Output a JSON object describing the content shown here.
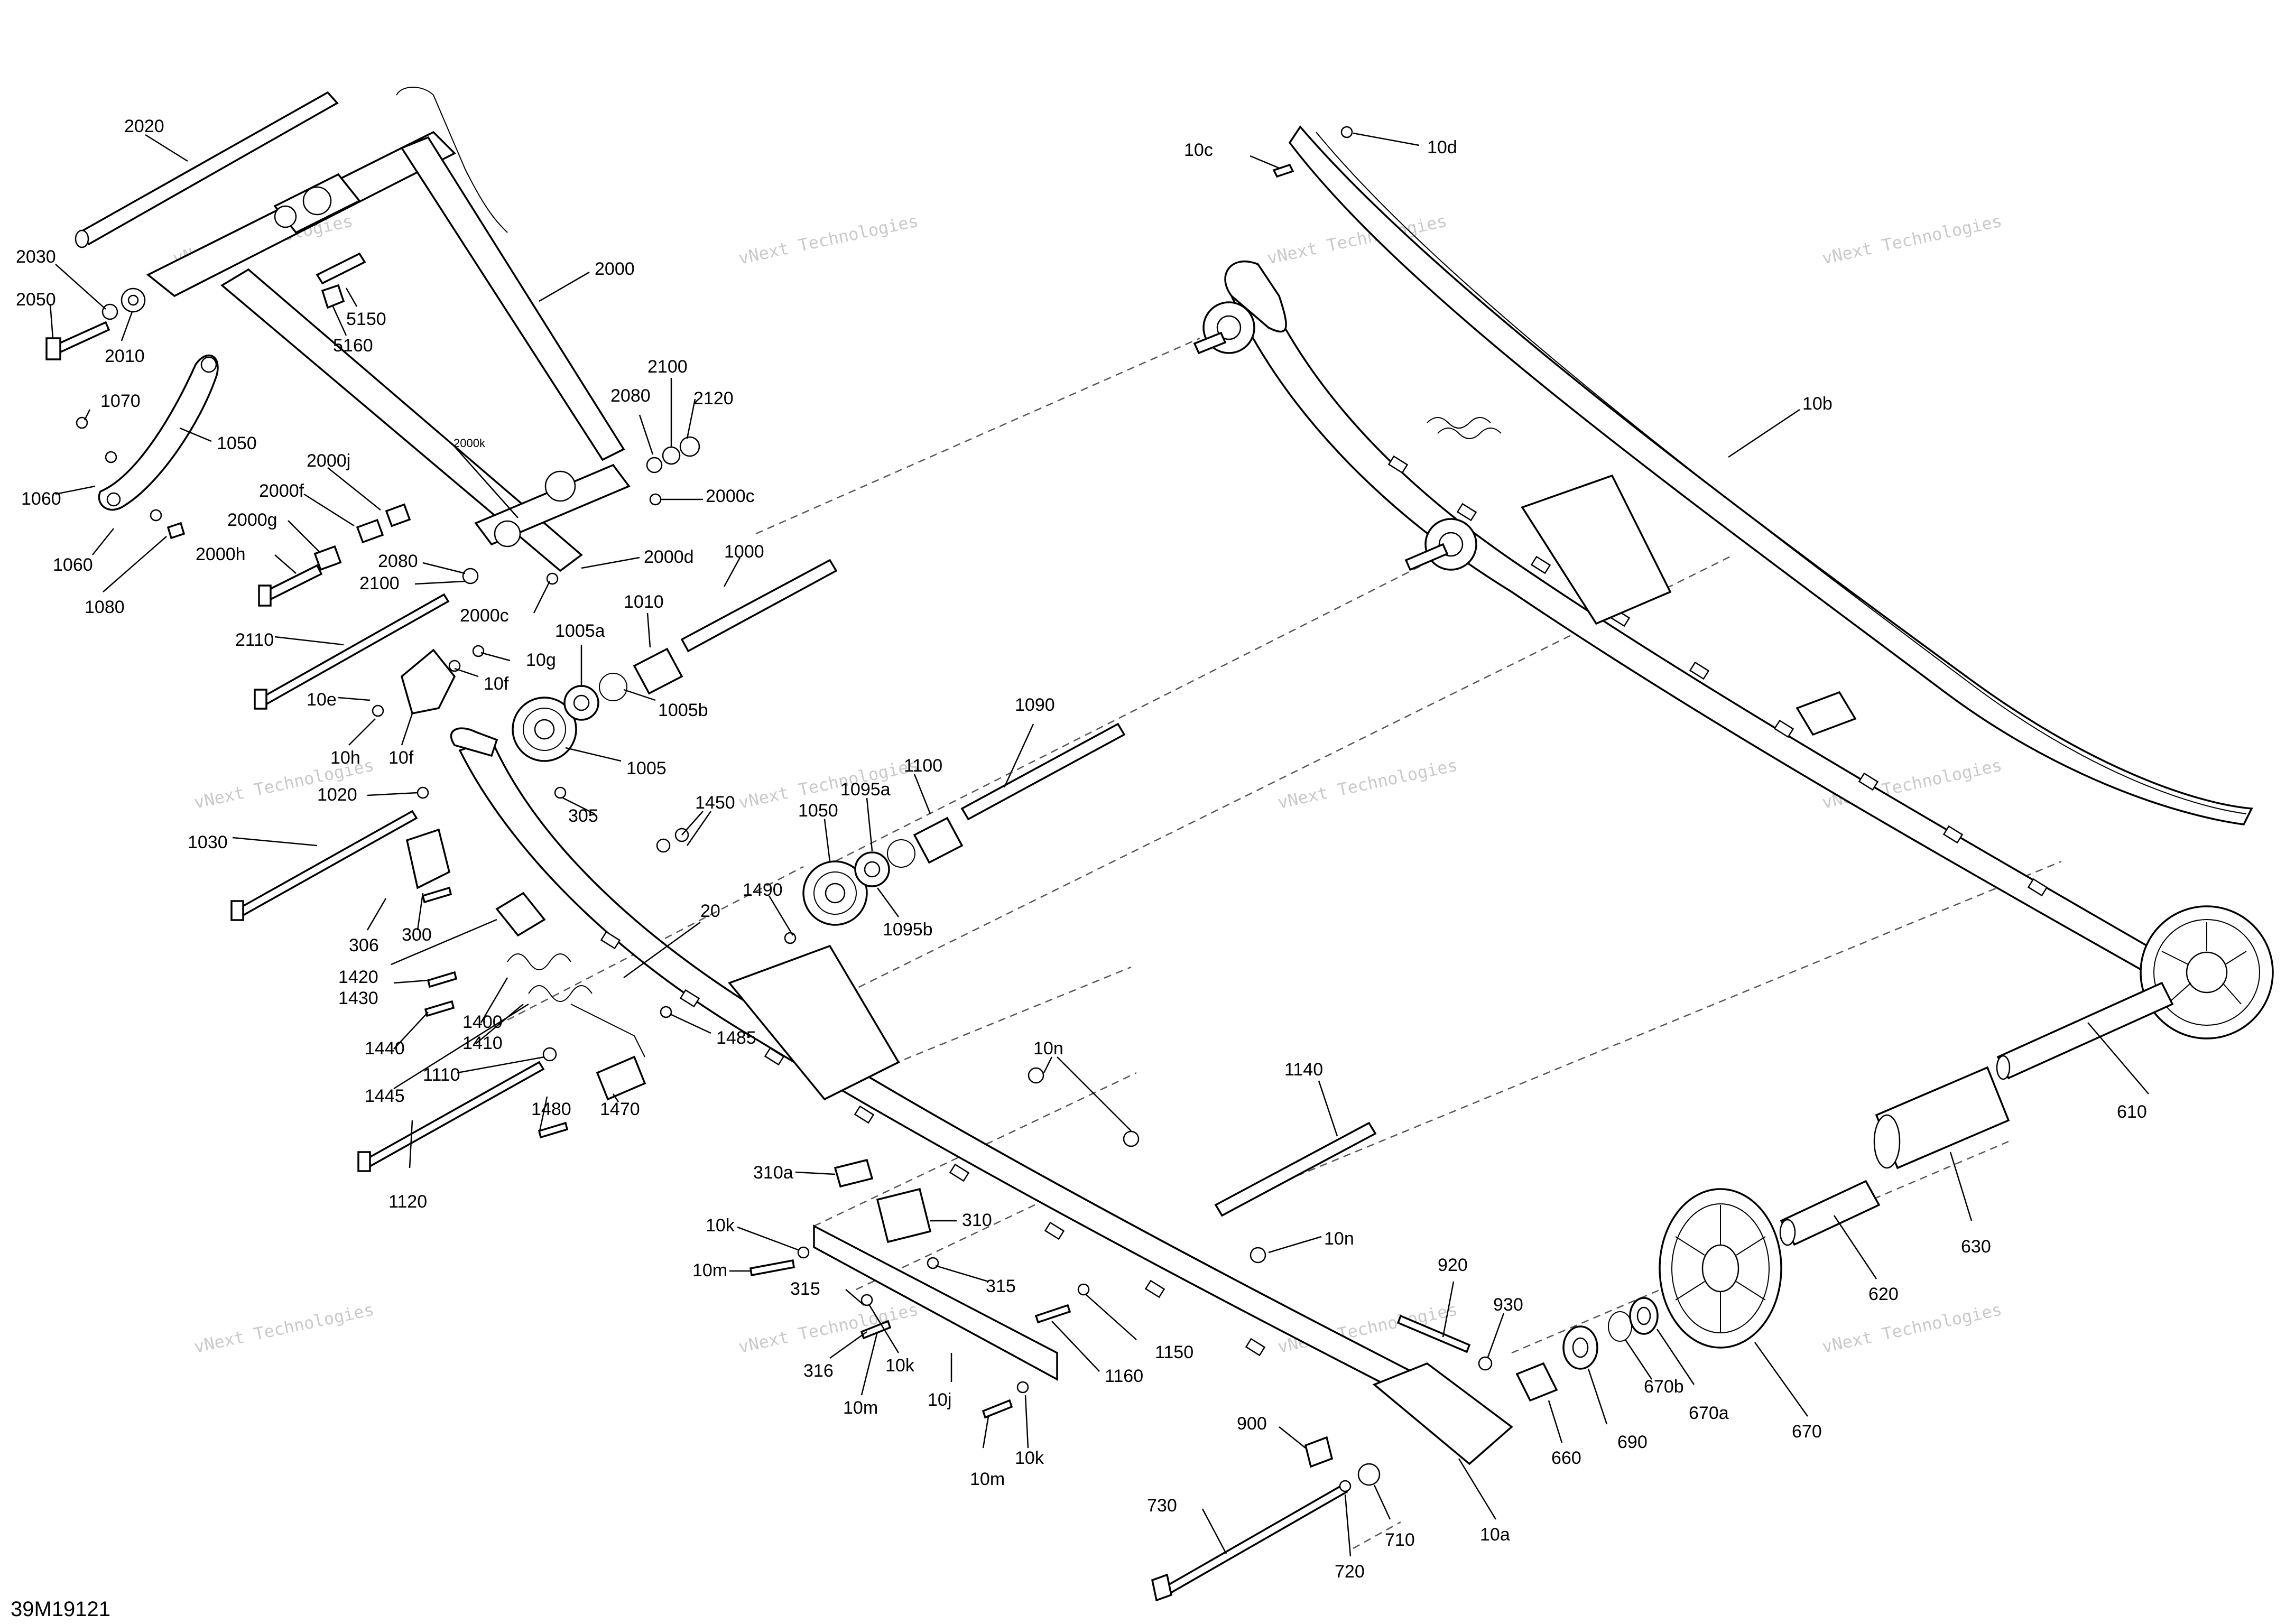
{
  "figure_id": "39M19121",
  "watermark": {
    "line1": "vNext Technologies",
    "line2": "vNext\nTechnologies"
  },
  "labels": [
    "2020",
    "2030",
    "2050",
    "2010",
    "5150",
    "5160",
    "2000",
    "1070",
    "1050",
    "1060",
    "1060",
    "1080",
    "2000j",
    "2000f",
    "2000g",
    "2000h",
    "2000k",
    "2080",
    "2100",
    "2120",
    "2000c",
    "2000d",
    "2080",
    "2100",
    "2000c",
    "1000",
    "2110",
    "10g",
    "10f",
    "10e",
    "10h",
    "10f",
    "1005a",
    "1010",
    "1005b",
    "1005",
    "1020",
    "1030",
    "305",
    "1450",
    "1095a",
    "1050",
    "1100",
    "1090",
    "306",
    "300",
    "1420",
    "1430",
    "1440",
    "1445",
    "1400",
    "1410",
    "1110",
    "1480",
    "1470",
    "1120",
    "20",
    "1490",
    "1485",
    "1095b",
    "10n",
    "310a",
    "310",
    "10k",
    "10m",
    "315",
    "315",
    "316",
    "10k",
    "10m",
    "10j",
    "10k",
    "10m",
    "1160",
    "1150",
    "1140",
    "10n",
    "920",
    "930",
    "900",
    "730",
    "720",
    "710",
    "10a",
    "660",
    "690",
    "670b",
    "670a",
    "670",
    "620",
    "630",
    "610",
    "10c",
    "10d",
    "10b"
  ]
}
